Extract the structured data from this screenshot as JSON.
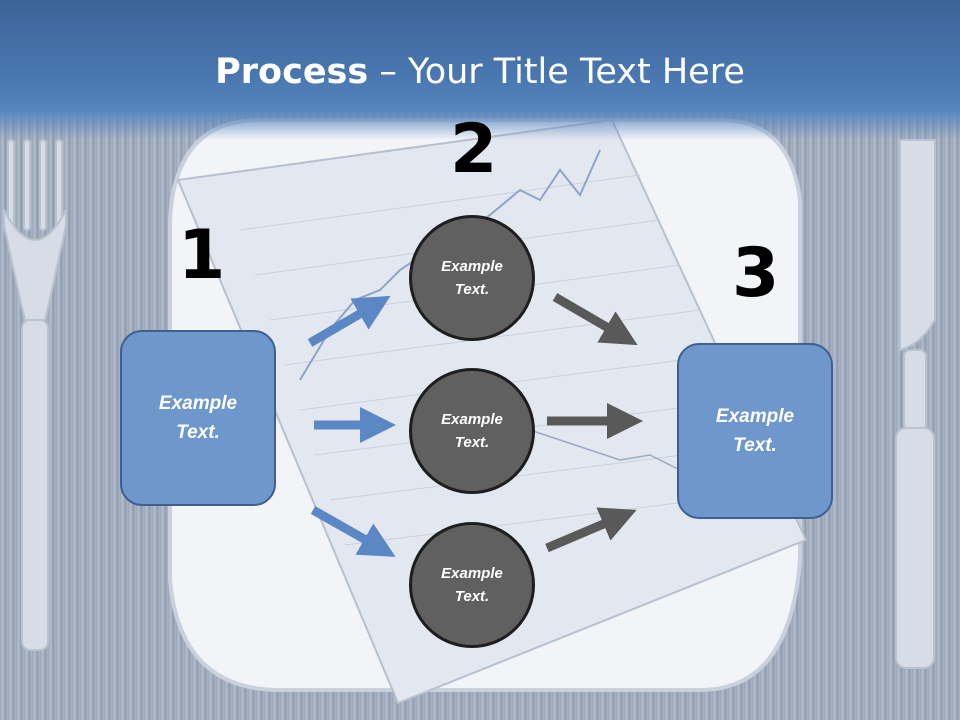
{
  "title": {
    "bold": "Process",
    "rest": " – Your Title Text Here"
  },
  "numbers": [
    "1",
    "2",
    "3"
  ],
  "left_box": {
    "line1": "Example",
    "line2": "Text."
  },
  "right_box": {
    "line1": "Example",
    "line2": "Text."
  },
  "circles": [
    {
      "line1": "Example",
      "line2": "Text."
    },
    {
      "line1": "Example",
      "line2": "Text."
    },
    {
      "line1": "Example",
      "line2": "Text."
    }
  ],
  "colors": {
    "box_fill": "#6e97cc",
    "circle_fill": "#606060",
    "arrow_blue": "#5b87c4",
    "arrow_gray": "#595959",
    "header": "#4a77b0"
  }
}
